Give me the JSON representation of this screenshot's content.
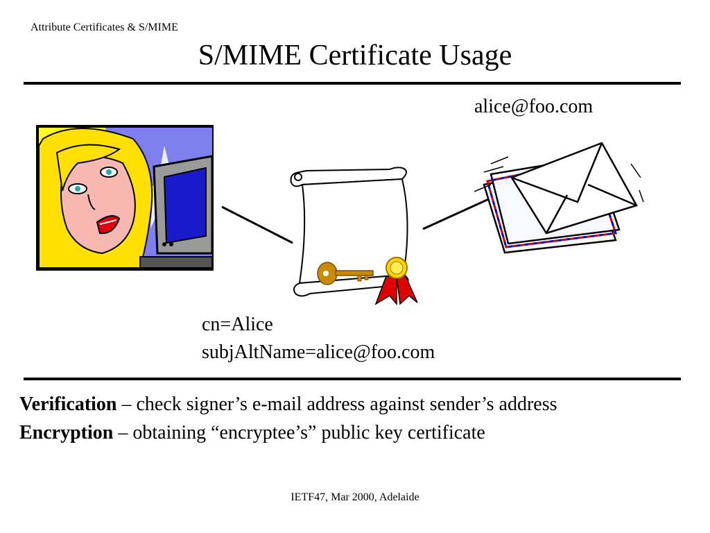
{
  "header": {
    "left_text": "Attribute Certificates & S/MIME"
  },
  "title": "S/MIME Certificate Usage",
  "diagram": {
    "email_address": "alice@foo.com",
    "certificate_lines": [
      "cn=Alice",
      "subjAltName=alice@foo.com"
    ],
    "icons": [
      "woman-at-computer-icon",
      "certificate-scroll-icon",
      "key-icon",
      "ribbon-seal-icon",
      "envelopes-icon"
    ]
  },
  "bullets": [
    {
      "term": "Verification",
      "text": " – check signer’s e-mail address against sender’s address"
    },
    {
      "term": "Encryption",
      "text": " – obtaining “encryptee’s” public key certificate"
    }
  ],
  "footer": "IETF47, Mar 2000, Adelaide"
}
